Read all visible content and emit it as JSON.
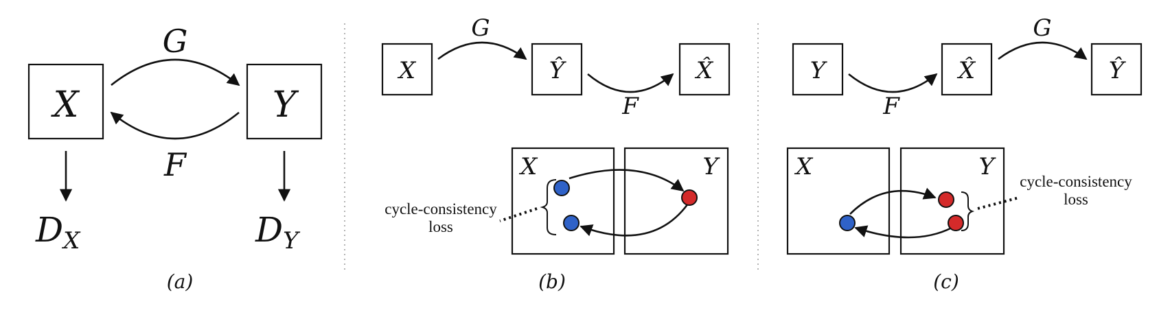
{
  "panel_a": {
    "x": "X",
    "y": "Y",
    "g": "G",
    "f": "F",
    "dx_base": "D",
    "dx_sub": "X",
    "dy_base": "D",
    "dy_sub": "Y",
    "caption": "(a)"
  },
  "panel_b": {
    "x": "X",
    "yhat": "Ŷ",
    "xhat": "X̂",
    "g": "G",
    "f": "F",
    "domain_x": "X",
    "domain_y": "Y",
    "loss_line1": "cycle-consistency",
    "loss_line2": "loss",
    "caption": "(b)"
  },
  "panel_c": {
    "y": "Y",
    "xhat": "X̂",
    "yhat": "Ŷ",
    "f": "F",
    "g": "G",
    "domain_x": "X",
    "domain_y": "Y",
    "loss_line1": "cycle-consistency",
    "loss_line2": "loss",
    "caption": "(c)"
  },
  "colors": {
    "blue_point": "#2f62c8",
    "red_point": "#d42a2a"
  }
}
